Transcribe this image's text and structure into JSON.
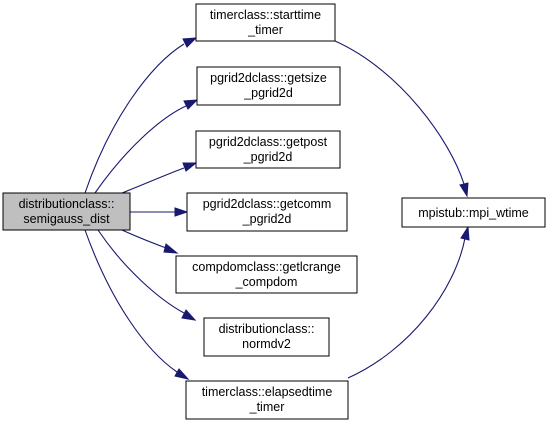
{
  "colors": {
    "edge": "#191970",
    "node_border": "#000000",
    "node_fill": "#ffffff",
    "root_fill": "#bfbfbf"
  },
  "nodes": {
    "root": {
      "line1": "distributionclass::",
      "line2": "semigauss_dist"
    },
    "starttime": {
      "line1": "timerclass::starttime",
      "line2": "_timer"
    },
    "getsize": {
      "line1": "pgrid2dclass::getsize",
      "line2": "_pgrid2d"
    },
    "getpost": {
      "line1": "pgrid2dclass::getpost",
      "line2": "_pgrid2d"
    },
    "getcomm": {
      "line1": "pgrid2dclass::getcomm",
      "line2": "_pgrid2d"
    },
    "getlcrange": {
      "line1": "compdomclass::getlcrange",
      "line2": "_compdom"
    },
    "normdv2": {
      "line1": "distributionclass::",
      "line2": "normdv2"
    },
    "elapsedtime": {
      "line1": "timerclass::elapsedtime",
      "line2": "_timer"
    },
    "mpi_wtime": {
      "line1": "mpistub::mpi_wtime"
    }
  }
}
